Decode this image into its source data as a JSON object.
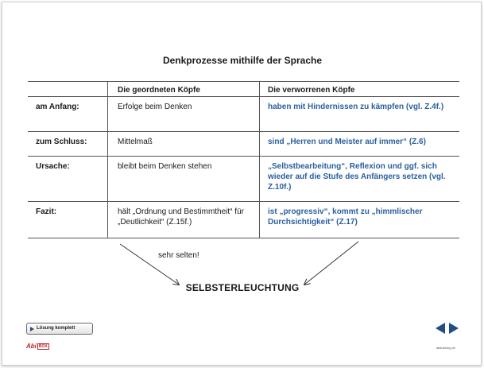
{
  "title": "Denkprozesse mithilfe der Sprache",
  "table": {
    "headers": [
      "",
      "Die geordneten Köpfe",
      "Die verworrenen Köpfe"
    ],
    "rows": [
      {
        "label": "am Anfang:",
        "ordered": "Erfolge beim Denken",
        "confused": "haben mit Hindernissen zu kämpfen (vgl. Z.4f.)"
      },
      {
        "label": "zum Schluss:",
        "ordered": "Mittelmaß",
        "confused": "sind „Herren und Meister auf immer“ (Z.6)"
      },
      {
        "label": "Ursache:",
        "ordered": "bleibt beim Denken stehen",
        "confused": "„Selbstbearbeitung“, Reflexion und ggf. sich wieder auf die Stufe des Anfängers setzen (vgl. Z.10f.)"
      },
      {
        "label": "Fazit:",
        "ordered": "hält „Ordnung und Bestimmtheit“ für „Deutlichkeit“ (Z.15f.)",
        "confused": "ist „progressiv“, kommt zu „himmlischer Durchsichtigkeit“ (Z.17)"
      }
    ]
  },
  "annotation": "sehr selten!",
  "result": "SELBSTERLEUCHTUNG",
  "controls": {
    "solution_label": "Lösung komplett",
    "prev_icon": "arrow-left-icon",
    "next_icon": "arrow-right-icon"
  },
  "brand": {
    "name": "Abi",
    "box": "BOX"
  },
  "footer": "abitraining.de"
}
